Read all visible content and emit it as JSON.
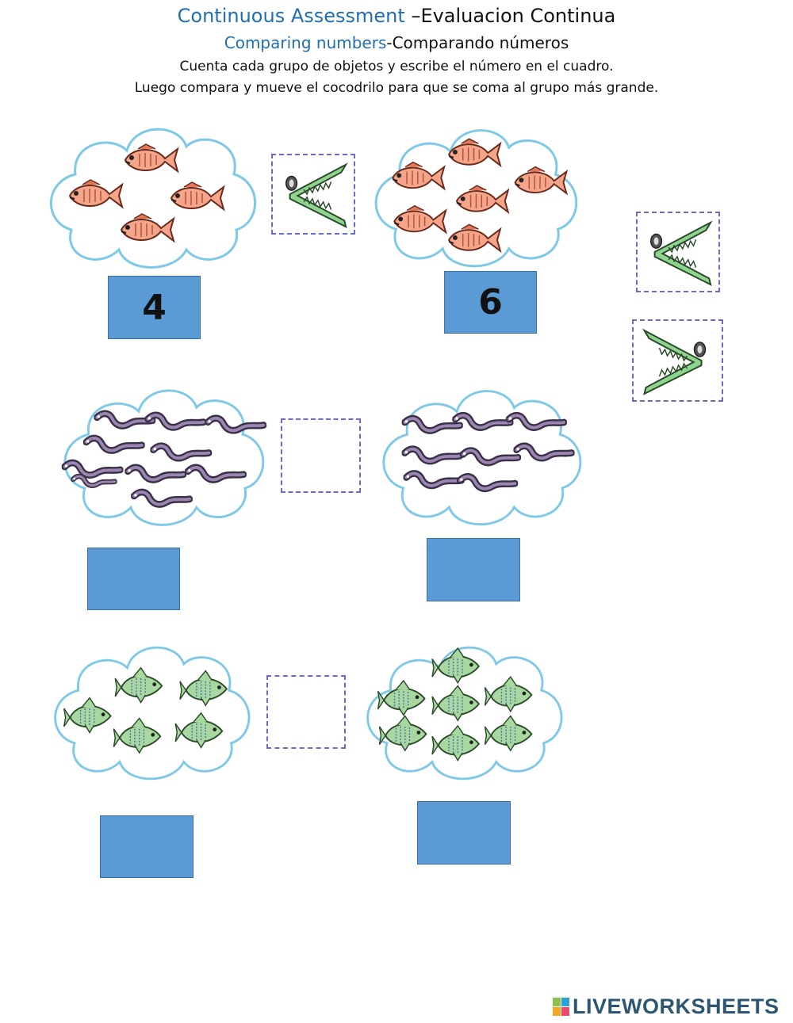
{
  "header": {
    "title_en": "Continuous Assessment",
    "title_es": "–Evaluacion Continua",
    "subtitle_en": "Comparing numbers",
    "subtitle_es": "-Comparando números",
    "instruction_1": "Cuenta cada grupo de objetos y escribe el número en el cuadro.",
    "instruction_2": "Luego compara y mueve el cocodrilo para que se coma al grupo más grande."
  },
  "rows": [
    {
      "left": {
        "object": "orange-fish",
        "count": 4,
        "answer": "4"
      },
      "right": {
        "object": "orange-fish",
        "count": 6,
        "answer": "6"
      },
      "comparison": "less-than"
    },
    {
      "left": {
        "object": "purple-eel",
        "count": 10,
        "answer": ""
      },
      "right": {
        "object": "purple-eel",
        "count": 8,
        "answer": ""
      },
      "comparison": ""
    },
    {
      "left": {
        "object": "green-fish",
        "count": 5,
        "answer": ""
      },
      "right": {
        "object": "green-fish",
        "count": 7,
        "answer": ""
      },
      "comparison": ""
    }
  ],
  "palette": {
    "less_than": "crocodile-less-than-icon",
    "greater_than": "crocodile-greater-than-icon"
  },
  "colors": {
    "title_blue": "#1f6fb2",
    "answer_box": "#5b9bd5",
    "cloud_stroke": "#7ec8e8",
    "drop_dash": "#6a6ac8",
    "croc_green": "#8fd48f"
  },
  "footer": {
    "logo": "LIVEWORKSHEETS"
  }
}
